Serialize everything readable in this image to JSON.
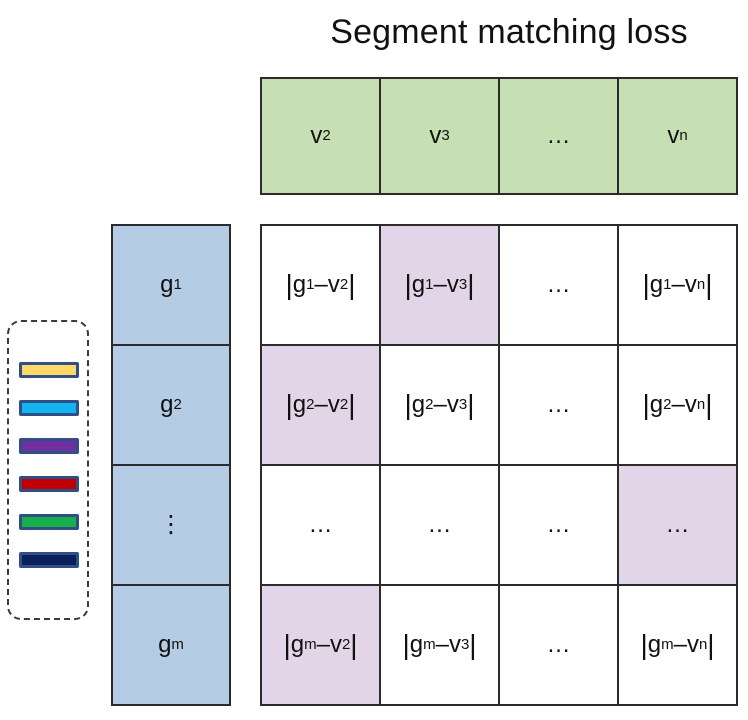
{
  "title": "Segment matching loss",
  "legend_colors": [
    "#ffd966",
    "#14b4f0",
    "#7030a0",
    "#c00000",
    "#18b04a",
    "#0b1f5c"
  ],
  "columns": [
    {
      "base": "v",
      "sub": "2"
    },
    {
      "base": "v",
      "sub": "3"
    },
    {
      "base": "…",
      "sub": ""
    },
    {
      "base": "v",
      "sub": "n"
    }
  ],
  "rows": [
    {
      "base": "g",
      "sub": "1"
    },
    {
      "base": "g",
      "sub": "2"
    },
    {
      "base": "⋮",
      "sub": ""
    },
    {
      "base": "g",
      "sub": "m"
    }
  ],
  "ellipsis": "…",
  "highlight_color": "#e1d5e7",
  "matrix": [
    [
      {
        "g": "g",
        "gs": "1",
        "v": "v",
        "vs": "2",
        "highlight": false
      },
      {
        "g": "g",
        "gs": "1",
        "v": "v",
        "vs": "3",
        "highlight": true
      },
      {
        "text": "…",
        "highlight": false
      },
      {
        "g": "g",
        "gs": "1",
        "v": "v",
        "vs": "n",
        "highlight": false
      }
    ],
    [
      {
        "g": "g",
        "gs": "2",
        "v": "v",
        "vs": "2",
        "highlight": true
      },
      {
        "g": "g",
        "gs": "2",
        "v": "v",
        "vs": "3",
        "highlight": false
      },
      {
        "text": "…",
        "highlight": false
      },
      {
        "g": "g",
        "gs": "2",
        "v": "v",
        "vs": "n",
        "highlight": false
      }
    ],
    [
      {
        "text": "…",
        "highlight": false
      },
      {
        "text": "…",
        "highlight": false
      },
      {
        "text": "…",
        "highlight": false
      },
      {
        "text": "…",
        "highlight": true
      }
    ],
    [
      {
        "g": "g",
        "gs": "m",
        "v": "v",
        "vs": "2",
        "highlight": true
      },
      {
        "g": "g",
        "gs": "m",
        "v": "v",
        "vs": "3",
        "highlight": false
      },
      {
        "text": "…",
        "highlight": false
      },
      {
        "g": "g",
        "gs": "m",
        "v": "v",
        "vs": "n",
        "highlight": false
      }
    ]
  ]
}
